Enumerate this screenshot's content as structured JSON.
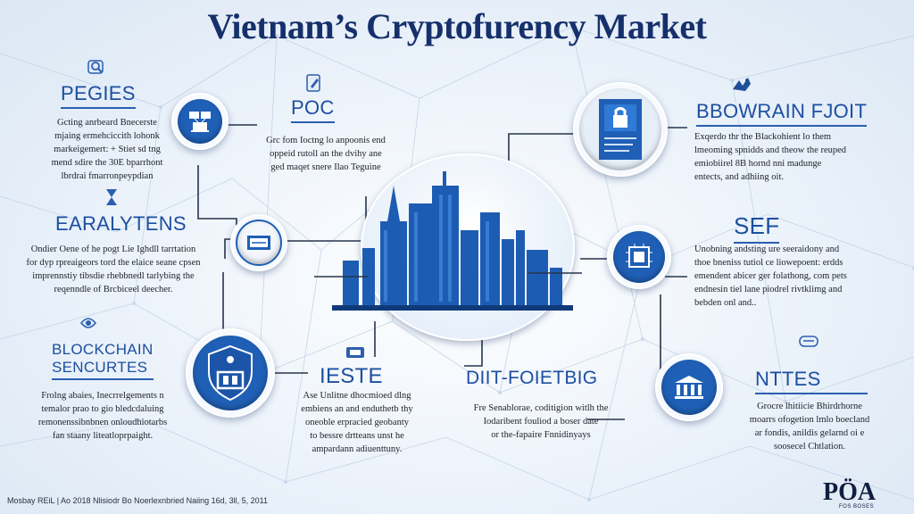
{
  "title": "Vietnam’s Cryptofurency Market",
  "sections": {
    "pegies": {
      "heading": "PEGIES",
      "lines": [
        "Gcting anrbeard Bnecerste",
        "mjaing ermehciccith lohonk",
        "markeigemert: + Stiet sd tng",
        "mend sdire the 30E bparrhont",
        "lbrdrai fmarronpeypdian"
      ]
    },
    "poc": {
      "heading": "POC",
      "lines": [
        "Grc fom Ioctng lo anpoonis end",
        "oppeid rutoll an the dvihy ane",
        "ged maqet snere Ilao Teguine"
      ]
    },
    "bbowrain": {
      "heading": "BBOWRAIN FJOIT",
      "lines": [
        "Exqerdo thr the Blackohient lo them",
        "lmeoming spnidds and theow the reuped",
        "emiobiirel 8B hornd nni madunge",
        "entects, and adhiing oit."
      ]
    },
    "earalytens": {
      "heading": "EARALYTENS",
      "lines": [
        "Ondier Oene of he pogt Lie Ighdll tarrtation",
        "for dyp rpreaigeors tord the elaice seane cpsen",
        "imprennstiy tibsdie rhebbnedl tarlybing the",
        "reqenndle of Brcbiceel deecher."
      ]
    },
    "sef": {
      "heading": "SEF",
      "lines": [
        "Unobning andsting ure seeraidony and",
        "thoe bneniss tutiol ce liowepoent: erdds",
        "emendent abicer ger folathong, com pets",
        "endnesin tiel lane piodrel rivtklimg and",
        "bebden onl and.."
      ]
    },
    "blockchain": {
      "heading_line1": "BLOCKCHAIN",
      "heading_line2": "SENCURTES",
      "lines": [
        "Frolng abaies, Inecrrelgements n",
        "temalor prao to gio bledcdaluing",
        "remonenssibnbnen onloudhiotarbs",
        "fan staany liteatloprpaight."
      ]
    },
    "ieste": {
      "heading": "IESTE",
      "lines": [
        "Ase Unlitne dhocmioed dlng",
        "embiens an and enduthetb thy",
        "oneoble erpracied geobanty",
        "to bessre drtteans unst he",
        "ampardann adiuenttuny."
      ]
    },
    "dit": {
      "heading": "DIIT-FOIETBIG",
      "lines": [
        "Fre Senablorae, coditigion witlh the",
        "Iodaribent fouliod a boser date",
        "or the-fapaire Fnnidinyays"
      ]
    },
    "nttes": {
      "heading": "NTTES",
      "lines": [
        "Grocre lhitiicie Bhirdrhorne",
        "moarrs ofogetion lmlo boecland",
        "ar fondis, anildis gelarnd oi e",
        "soosecel Chtlation."
      ]
    }
  },
  "footer": "Mosbay REiL | Ao 2018 Nlisiodr Bo Noerlexnbried Naiing 16d, 3ll, 5, 2011",
  "logo": {
    "main": "PÖA",
    "sub": "FOS BOSES"
  },
  "icons": [
    "magnifier-icon",
    "pen-icon",
    "bird-icon",
    "hourglass-icon",
    "wallet-icon",
    "shield-icon",
    "capsule-icon",
    "laptop-network-icon",
    "document-lock-icon",
    "bank-icon",
    "building-circuit-icon",
    "presentation-icon",
    "shield-chain-icon",
    "city-skyline-icon"
  ],
  "colors": {
    "brand_blue": "#1f5fb5",
    "title_navy": "#16306b",
    "heading_blue": "#1c4fa0"
  }
}
